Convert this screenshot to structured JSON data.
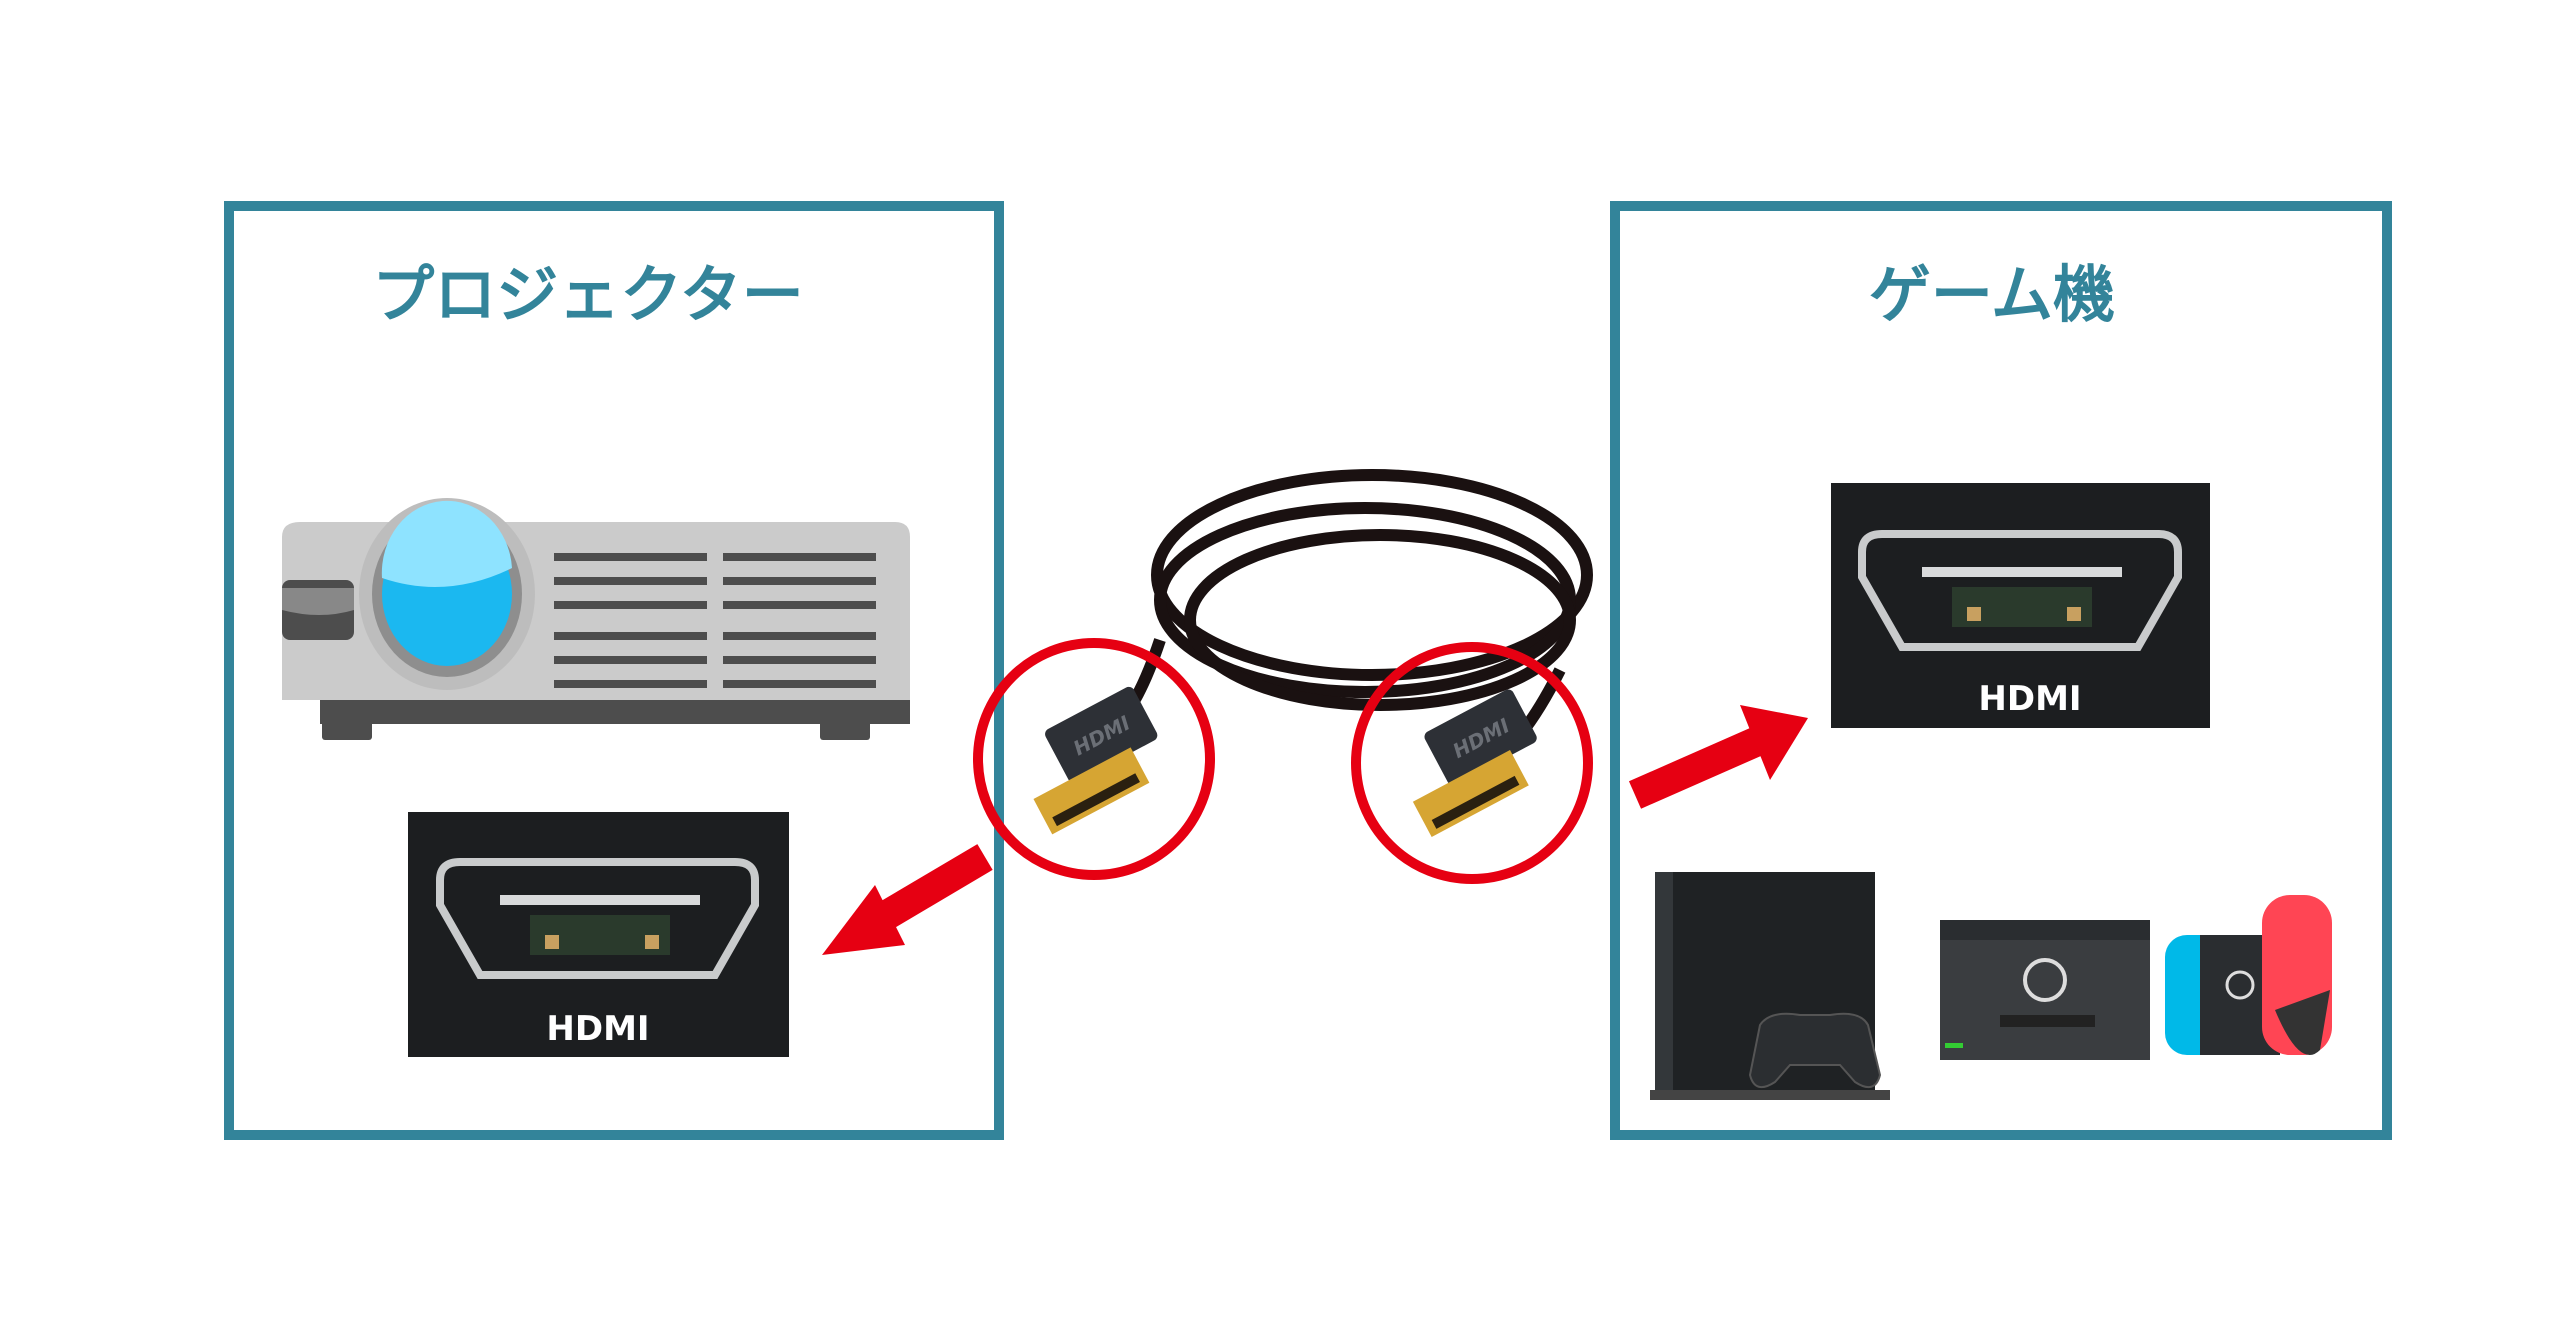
{
  "left_panel": {
    "title": "プロジェクター",
    "port_label": "HDMI"
  },
  "right_panel": {
    "title": "ゲーム機",
    "port_label": "HDMI"
  },
  "cable": {
    "plug_label_left": "HDMI",
    "plug_label_right": "HDMI"
  },
  "colors": {
    "frame": "#33849a",
    "highlight": "#e60012",
    "arrow": "#e60012"
  }
}
